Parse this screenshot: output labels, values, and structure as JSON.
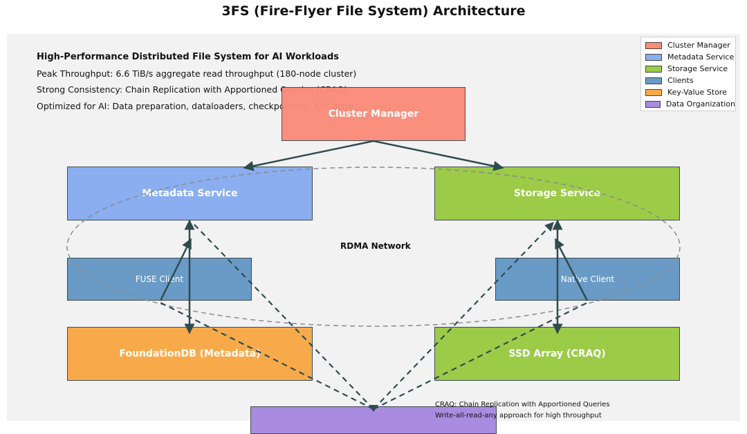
{
  "title": "3FS (Fire-Flyer File System) Architecture",
  "description": {
    "heading": "High-Performance Distributed File System for AI Workloads",
    "lines": [
      "Peak Throughput: 6.6 TiB/s aggregate read throughput (180-node cluster)",
      "Strong Consistency: Chain Replication with Apportioned Queries (CRAQ)",
      "Optimized for AI: Data preparation, dataloaders, checkpointing, KVCache"
    ]
  },
  "nodes": {
    "cluster_manager": {
      "label": "Cluster Manager",
      "color": "#fa8c78"
    },
    "metadata_service": {
      "label": "Metadata Service",
      "color": "#8aaef0"
    },
    "storage_service": {
      "label": "Storage Service",
      "color": "#9ccb48"
    },
    "fuse_client": {
      "label": "FUSE Client",
      "color": "#6a9bc6"
    },
    "native_client": {
      "label": "Native Client",
      "color": "#6a9bc6"
    },
    "foundationdb": {
      "label": "FoundationDB (Metadata)",
      "color": "#f8aa4b"
    },
    "ssd_array": {
      "label": "SSD Array (CRAQ)",
      "color": "#9ccb48"
    },
    "data_organization": {
      "label": "",
      "color": "#a98ce0"
    }
  },
  "network": {
    "label": "RDMA Network"
  },
  "legend": [
    {
      "label": "Cluster Manager",
      "color": "#fa8c78"
    },
    {
      "label": "Metadata Service",
      "color": "#8aaef0"
    },
    {
      "label": "Storage Service",
      "color": "#9ccb48"
    },
    {
      "label": "Clients",
      "color": "#6a9bc6"
    },
    {
      "label": "Key-Value Store",
      "color": "#f8aa4b"
    },
    {
      "label": "Data Organization",
      "color": "#a98ce0"
    }
  ],
  "notes": [
    "CRAQ: Chain Replication with Apportioned Queries",
    "Write-all-read-any approach for high throughput"
  ],
  "colors": {
    "arrow": "#2f4b4f",
    "ellipse": "#8a8a8a",
    "panel": "#f2f2f2"
  }
}
